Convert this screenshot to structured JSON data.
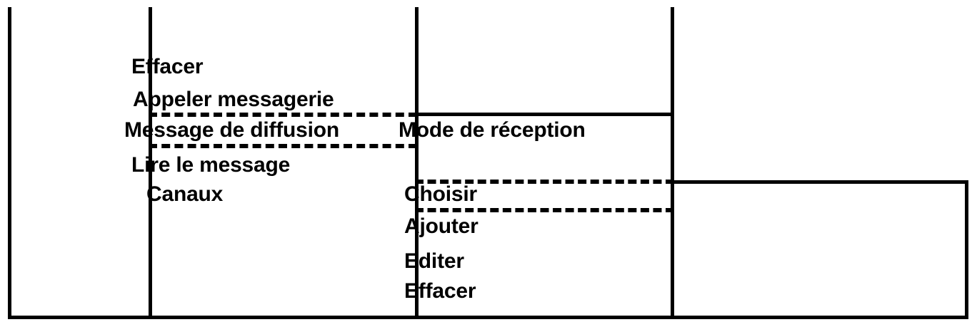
{
  "diagram": {
    "title": "Menu navigation tree",
    "stroke_color": "#000000",
    "background_color": "#ffffff",
    "highlight_style": "dashed"
  },
  "column_one": {
    "name": "left-menu-column",
    "items": [
      {
        "label": "Effacer",
        "highlighted": false
      },
      {
        "label": "Appeler messagerie",
        "highlighted": false
      },
      {
        "label": "Message de diffusion",
        "highlighted": true
      },
      {
        "label": "Lire le message",
        "highlighted": false
      },
      {
        "label": "Canaux",
        "highlighted": false
      }
    ]
  },
  "column_two": {
    "name": "right-menu-column",
    "header": {
      "label": "Mode de réception",
      "highlighted": false
    },
    "items": [
      {
        "label": "Choisir",
        "highlighted": true
      },
      {
        "label": "Ajouter",
        "highlighted": false
      },
      {
        "label": "Editer",
        "highlighted": false
      },
      {
        "label": "Effacer",
        "highlighted": false
      }
    ]
  },
  "highlights": [
    {
      "name": "message-de-diffusion-highlight",
      "target": "Message de diffusion"
    },
    {
      "name": "choisir-highlight",
      "target": "Choisir"
    }
  ]
}
